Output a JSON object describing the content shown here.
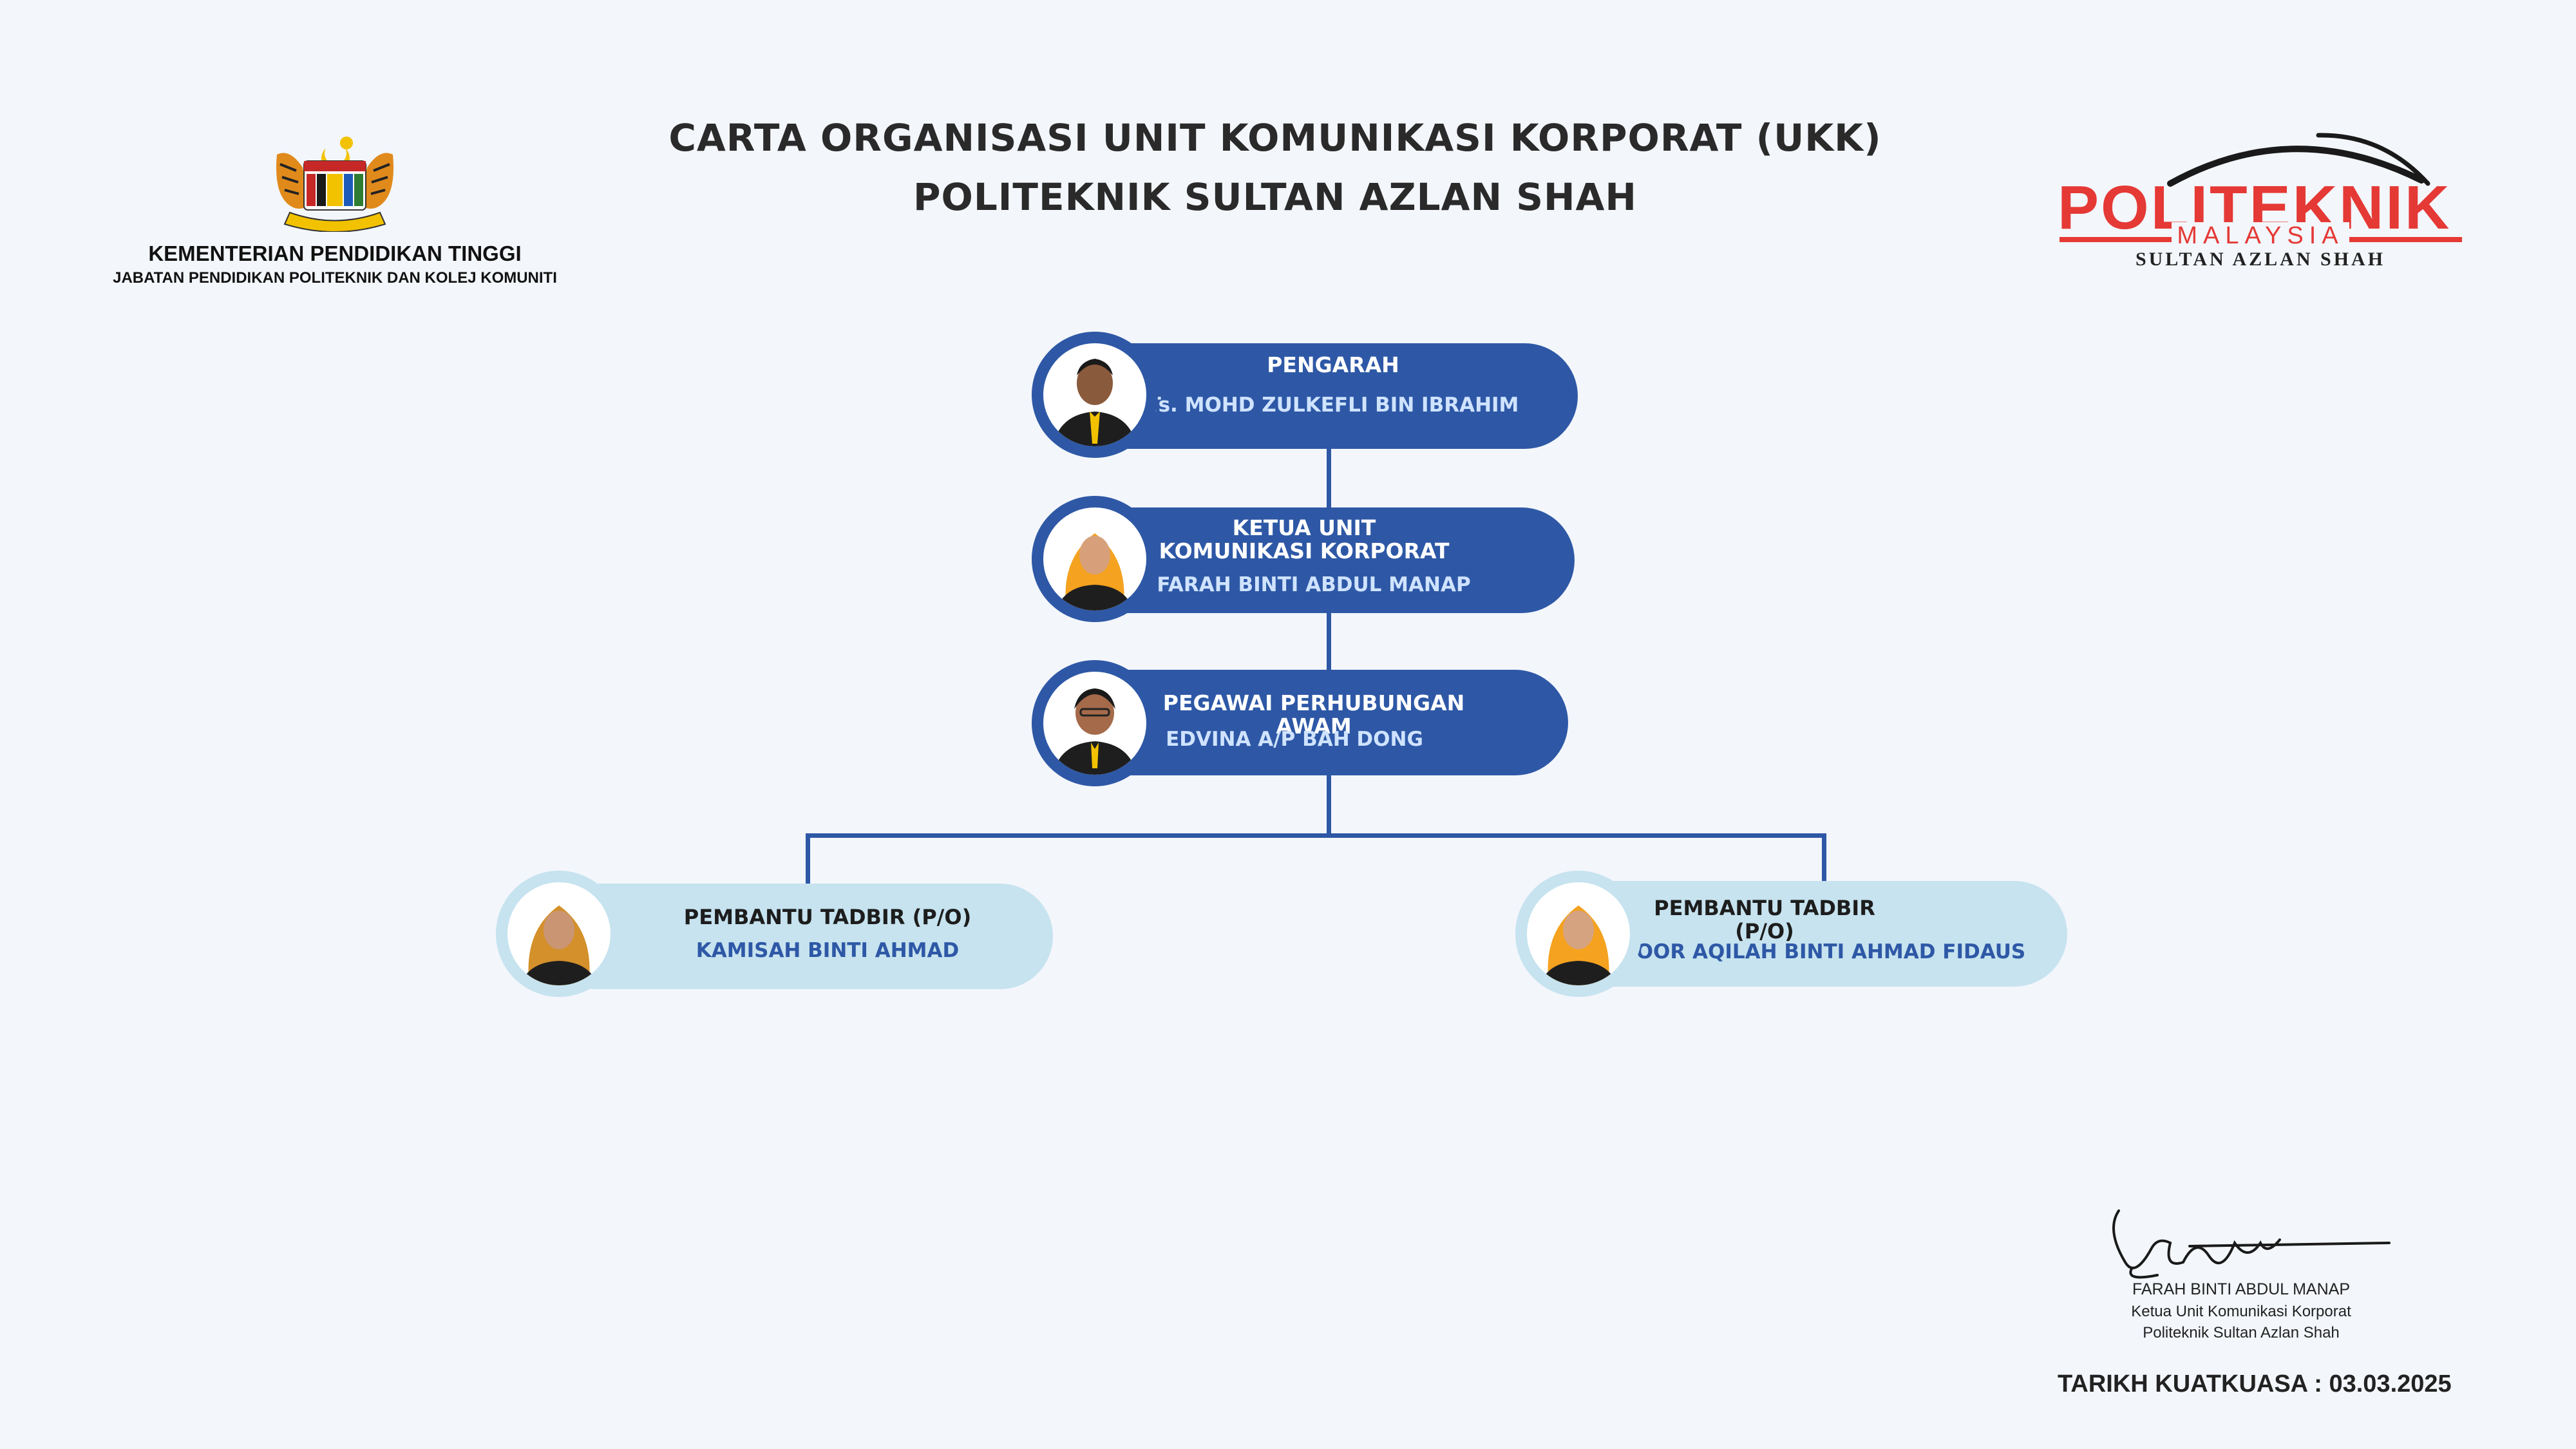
{
  "header": {
    "title_line1": "CARTA ORGANISASI UNIT KOMUNIKASI KORPORAT (UKK)",
    "title_line2": "POLITEKNIK SULTAN AZLAN SHAH"
  },
  "ministry": {
    "name": "KEMENTERIAN PENDIDIKAN TINGGI",
    "department": "JABATAN PENDIDIKAN POLITEKNIK DAN KOLEJ KOMUNITI"
  },
  "institution_logo": {
    "word": "POLITEKNIK",
    "country": "MALAYSIA",
    "campus": "SULTAN AZLAN SHAH"
  },
  "org_chart": {
    "director": {
      "role": "PENGARAH",
      "name": "Ts. MOHD ZULKEFLI BIN IBRAHIM"
    },
    "head": {
      "role_line1": "KETUA UNIT",
      "role_line2": "KOMUNIKASI KORPORAT",
      "name": "FARAH BINTI ABDUL MANAP"
    },
    "pr_officer": {
      "role": "PEGAWAI PERHUBUNGAN AWAM",
      "name": "EDVINA A/P BAH DONG"
    },
    "assistants": [
      {
        "role": "PEMBANTU TADBIR (P/O)",
        "name": "KAMISAH BINTI AHMAD"
      },
      {
        "role": "PEMBANTU TADBIR (P/O)",
        "name": "NOOR AQILAH BINTI AHMAD FIDAUS"
      }
    ]
  },
  "signature": {
    "name": "FARAH BINTI ABDUL MANAP",
    "position": "Ketua Unit Komunikasi Korporat",
    "institution": "Politeknik Sultan Azlan Shah"
  },
  "effective_date": "TARIKH KUATKUASA : 03.03.2025",
  "colors": {
    "primary": "#2e58a6",
    "light": "#c6e3ef",
    "brand_red": "#e53935",
    "background": "#f3f6fb"
  }
}
